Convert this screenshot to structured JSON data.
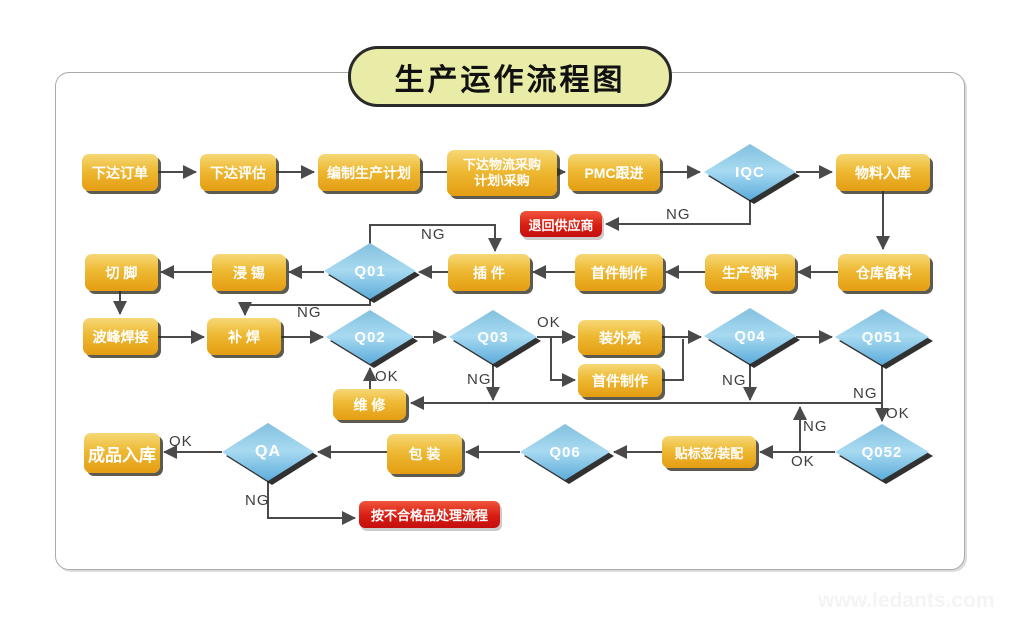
{
  "title": "生产运作流程图",
  "watermark": "www.ledants.com",
  "colors": {
    "box_gradient_top": "#f6d877",
    "box_gradient_bottom": "#e49d12",
    "diamond_blue": "#7fc0e2",
    "red_box": "#d81d12",
    "title_fill": "#e9eca6",
    "line": "#4a4a4a"
  },
  "nodes": {
    "place_order": "下达订单",
    "order_review": "下达评估",
    "make_plan": "编制生产计划",
    "logistics_line1": "下达物流采购",
    "logistics_line2": "计划\\采购",
    "pmc": "PMC跟进",
    "iqc": "IQC",
    "material_in": "物料入库",
    "return_supplier": "退回供应商",
    "warehouse_prep": "仓库备料",
    "material_issue": "生产领料",
    "first_article": "首件制作",
    "insert": "插 件",
    "q01": "Q01",
    "dip_tin": "浸 锡",
    "cut_leg": "切 脚",
    "wave_solder": "波峰焊接",
    "touch_up": "补 焊",
    "q02": "Q02",
    "q03": "Q03",
    "case_assembly": "装外壳",
    "first_article2": "首件制作",
    "q04": "Q04",
    "q051": "Q051",
    "repair": "维 修",
    "q052": "Q052",
    "label_assembly": "贴标签/装配",
    "q06": "Q06",
    "packing": "包 装",
    "qa": "QA",
    "finished_in": "成品入库",
    "nonconforming": "按不合格品处理流程"
  },
  "edge_labels": {
    "iqc_ng": "NG",
    "q01_ng_top": "NG",
    "q01_ng_bottom": "NG",
    "repair_ok": "OK",
    "q03_ng": "NG",
    "q03_ok": "OK",
    "q04_ng": "NG",
    "q051_ng": "NG",
    "q051_ok": "OK",
    "q052_ng": "NG",
    "q052_ok": "OK",
    "qa_ok": "OK",
    "qa_ng": "NG"
  }
}
